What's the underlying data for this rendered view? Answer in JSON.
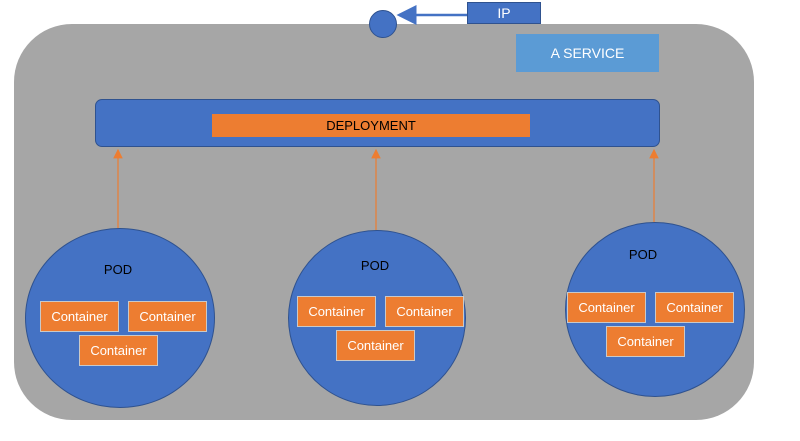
{
  "ip": {
    "label": "IP"
  },
  "service": {
    "label": "A SERVICE"
  },
  "deployment": {
    "label": "DEPLOYMENT"
  },
  "pods": [
    {
      "label": "POD",
      "containers": [
        "Container",
        "Container",
        "Container"
      ]
    },
    {
      "label": "POD",
      "containers": [
        "Container",
        "Container",
        "Container"
      ]
    },
    {
      "label": "POD",
      "containers": [
        "Container",
        "Container",
        "Container"
      ]
    }
  ],
  "colors": {
    "shape_blue": "#4472c4",
    "service_blue": "#5b9bd5",
    "orange": "#ed7d31",
    "background_gray": "#a6a6a6"
  }
}
